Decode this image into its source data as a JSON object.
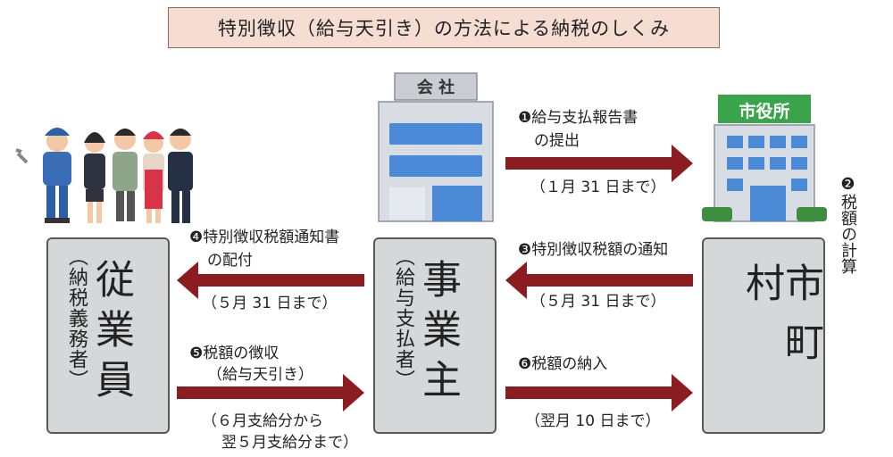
{
  "title": "特別徴収（給与天引き）の方法による納税のしくみ",
  "company_sign": "会 社",
  "city_sign": "市役所",
  "employee": {
    "main": "従業員",
    "sub": "（納税義務者）"
  },
  "employer": {
    "main": "事業主",
    "sub": "（給与支払者）"
  },
  "city": {
    "main": "市町村"
  },
  "steps": {
    "s1": {
      "line1": "❶給与支払報告書",
      "line2": "の提出",
      "deadline": "（１月 31 日まで）"
    },
    "s2": {
      "text": "❷税額の計算"
    },
    "s3": {
      "line1": "❸特別徴収税額の通知",
      "deadline": "（５月 31 日まで）"
    },
    "s4": {
      "line1": "❹特別徴収税額通知書",
      "line2": "の配付",
      "deadline": "（５月 31 日まで）"
    },
    "s5": {
      "line1": "❺税額の徴収",
      "line2": "（給与天引き）",
      "deadline1": "（６月支給分から",
      "deadline2": "翌５月支給分まで）"
    },
    "s6": {
      "line1": "❻税額の納入",
      "deadline": "（翌月 10 日まで）"
    }
  },
  "colors": {
    "arrow": "#8b1c1f",
    "title_bg": "#f6ddd2",
    "box_bg": "#d6d7d8"
  }
}
